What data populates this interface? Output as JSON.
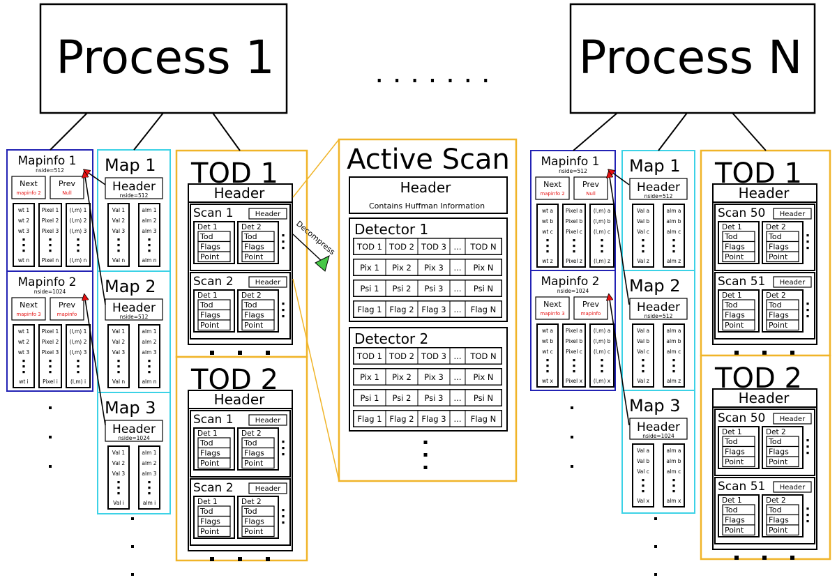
{
  "processes": [
    "Process 1",
    "Process N"
  ],
  "ellipsis": ". . . . . . .",
  "decompress_label": "Decompress",
  "active_scan": {
    "title": "Active Scan",
    "header": "Header",
    "subheader": "Contains Huffman Information",
    "detectors": [
      {
        "title": "Detector 1",
        "rows": [
          [
            "TOD 1",
            "TOD 2",
            "TOD 3",
            "...",
            "TOD N"
          ],
          [
            "Pix 1",
            "Pix 2",
            "Pix 3",
            "...",
            "Pix N"
          ],
          [
            "Psi 1",
            "Psi 2",
            "Psi 3",
            "...",
            "Psi N"
          ],
          [
            "Flag 1",
            "Flag 2",
            "Flag 3",
            "...",
            "Flag N"
          ]
        ]
      },
      {
        "title": "Detector 2",
        "rows": [
          [
            "TOD 1",
            "TOD 2",
            "TOD 3",
            "...",
            "TOD N"
          ],
          [
            "Pix 1",
            "Pix 2",
            "Pix 3",
            "...",
            "Pix N"
          ],
          [
            "Psi 1",
            "Psi 2",
            "Psi 3",
            "...",
            "Psi N"
          ],
          [
            "Flag 1",
            "Flag 2",
            "Flag 3",
            "...",
            "Flag N"
          ]
        ]
      }
    ]
  },
  "process_1": {
    "mapinfos": [
      {
        "title": "Mapinfo 1",
        "nside": "nside=512",
        "next": "Next",
        "next_val": "mapinfo 2",
        "prev": "Prev",
        "prev_val": "Null",
        "cols": [
          [
            "wt 1",
            "wt 2",
            "wt 3",
            "wt n"
          ],
          [
            "Pixel 1",
            "Pixel 2",
            "Pixel 3",
            "Pixel n"
          ],
          [
            "(l,m) 1",
            "(l,m) 2",
            "(l,m) 3",
            "(l,m) n"
          ]
        ]
      },
      {
        "title": "Mapinfo 2",
        "nside": "nside=1024",
        "next": "Next",
        "next_val": "mapinfo 3",
        "prev": "Prev",
        "prev_val": "mapinfo",
        "cols": [
          [
            "wt 1",
            "wt 2",
            "wt 3",
            "wt i"
          ],
          [
            "Pixel 1",
            "Pixel 2",
            "Pixel 3",
            "Pixel i"
          ],
          [
            "(l,m) 1",
            "(l,m) 2",
            "(l,m) 3",
            "(l,m) i"
          ]
        ]
      }
    ],
    "maps": [
      {
        "title": "Map 1",
        "header": "Header",
        "nside": "nside=512",
        "cols": [
          [
            "Val 1",
            "Val 2",
            "Val 3",
            "Val n"
          ],
          [
            "alm 1",
            "alm 2",
            "alm 3",
            "alm n"
          ]
        ]
      },
      {
        "title": "Map 2",
        "header": "Header",
        "nside": "nside=512",
        "cols": [
          [
            "Val 1",
            "Val 2",
            "Val 3",
            "Val n"
          ],
          [
            "alm 1",
            "alm 2",
            "alm 3",
            "alm n"
          ]
        ]
      },
      {
        "title": "Map 3",
        "header": "Header",
        "nside": "nside=1024",
        "cols": [
          [
            "Val 1",
            "Val 2",
            "Val 3",
            "Val i"
          ],
          [
            "alm 1",
            "alm 2",
            "alm 3",
            "alm i"
          ]
        ]
      }
    ],
    "tods": [
      {
        "title": "TOD 1",
        "header": "Header",
        "scans": [
          "Scan 1",
          "Scan 2"
        ]
      },
      {
        "title": "TOD 2",
        "header": "Header",
        "scans": [
          "Scan 1",
          "Scan 2"
        ]
      }
    ]
  },
  "process_n": {
    "mapinfos": [
      {
        "title": "Mapinfo 1",
        "nside": "nside=512",
        "next": "Next",
        "next_val": "mapinfo 2",
        "prev": "Prev",
        "prev_val": "Null",
        "cols": [
          [
            "wt a",
            "wt b",
            "wt c",
            "wt z"
          ],
          [
            "Pixel a",
            "Pixel b",
            "Pixel c",
            "Pixel z"
          ],
          [
            "(l,m) a",
            "(l,m) b",
            "(l,m) c",
            "(l,m) z"
          ]
        ]
      },
      {
        "title": "Mapinfo 2",
        "nside": "nside=1024",
        "next": "Next",
        "next_val": "mapinfo 3",
        "prev": "Prev",
        "prev_val": "mapinfo",
        "cols": [
          [
            "wt a",
            "wt b",
            "wt c",
            "wt x"
          ],
          [
            "Pixel a",
            "Pixel b",
            "Pixel c",
            "Pixel x"
          ],
          [
            "(l,m) a",
            "(l,m) b",
            "(l,m) c",
            "(l,m) x"
          ]
        ]
      }
    ],
    "maps": [
      {
        "title": "Map 1",
        "header": "Header",
        "nside": "nside=512",
        "cols": [
          [
            "Val a",
            "Val b",
            "Val c",
            "Val z"
          ],
          [
            "alm a",
            "alm b",
            "alm c",
            "alm z"
          ]
        ]
      },
      {
        "title": "Map 2",
        "header": "Header",
        "nside": "nside=512",
        "cols": [
          [
            "Val a",
            "Val b",
            "Val c",
            "Val z"
          ],
          [
            "alm a",
            "alm b",
            "alm c",
            "alm z"
          ]
        ]
      },
      {
        "title": "Map 3",
        "header": "Header",
        "nside": "nside=1024",
        "cols": [
          [
            "Val a",
            "Val b",
            "Val c",
            "Val x"
          ],
          [
            "alm a",
            "alm b",
            "alm c",
            "alm x"
          ]
        ]
      }
    ],
    "tods": [
      {
        "title": "TOD 1",
        "header": "Header",
        "scans": [
          "Scan 50",
          "Scan 51"
        ]
      },
      {
        "title": "TOD 2",
        "header": "Header",
        "scans": [
          "Scan 50",
          "Scan 51"
        ]
      }
    ]
  },
  "scan_parts": {
    "header": "Header",
    "det1": "Det 1",
    "det2": "Det 2",
    "fields": [
      "Tod",
      "Flags",
      "Point"
    ]
  },
  "colors": {
    "mapinfo": "#2222b4",
    "map": "#3cd2e6",
    "tod": "#f0b428",
    "arrow_red": "#e61010",
    "arrow_green": "#46c846",
    "null_text": "#e61010"
  }
}
